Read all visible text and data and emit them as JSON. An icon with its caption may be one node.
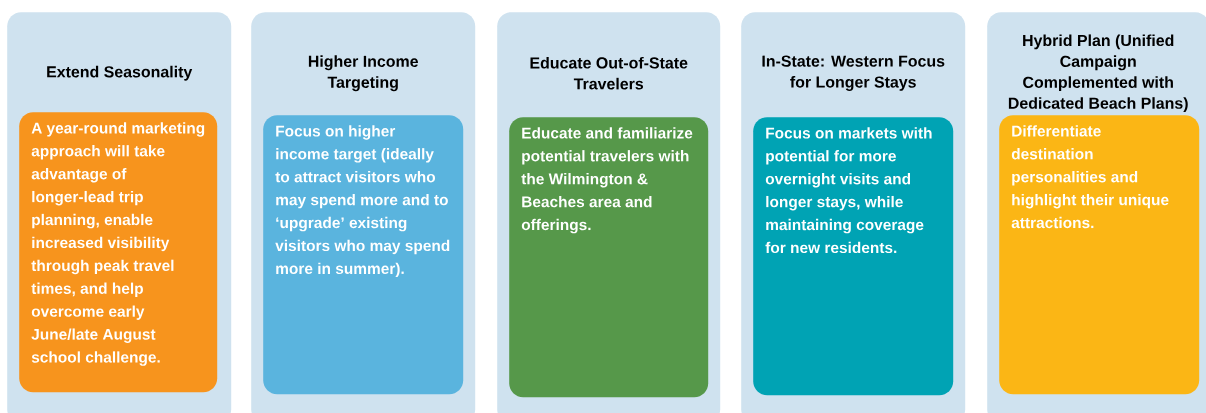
{
  "diagram": {
    "nodes": [
      {
        "text": [
          "Extend Seasonality"
        ]
      },
      {
        "text": [
          "A year-round marketing approach will take advantage of longer-lead trip planning, enable increased visibility through peak travel times, and help overcome early June/late August school challenge."
        ],
        "in": 0
      },
      {
        "text": [
          "Higher Income Targeting"
        ]
      },
      {
        "text": [
          "Focus on higher income target (ideally to attract visitors who may spend more and to ‘upgrade’ existing visitors who may spend more in summer)."
        ],
        "in": 2
      },
      {
        "text": [
          "Educate Out-of-State Travelers"
        ]
      },
      {
        "text": [
          "Educate and familiarize potential travelers with the Wilmington & Beaches area and offerings."
        ],
        "in": 4
      },
      {
        "text": [
          "In-State: Western Focus for Longer Stays"
        ]
      },
      {
        "text": [
          "Focus on markets with potential for more overnight visits and longer stays, while maintaining coverage for new residents."
        ],
        "in": 6
      },
      {
        "text": [
          "Hybrid Plan (Unified Campaign Complemented with Dedicated Beach Plans)"
        ]
      },
      {
        "text": [
          "Differentiate destination personalities and highlight their unique attractions."
        ],
        "in": 8
      }
    ]
  }
}
